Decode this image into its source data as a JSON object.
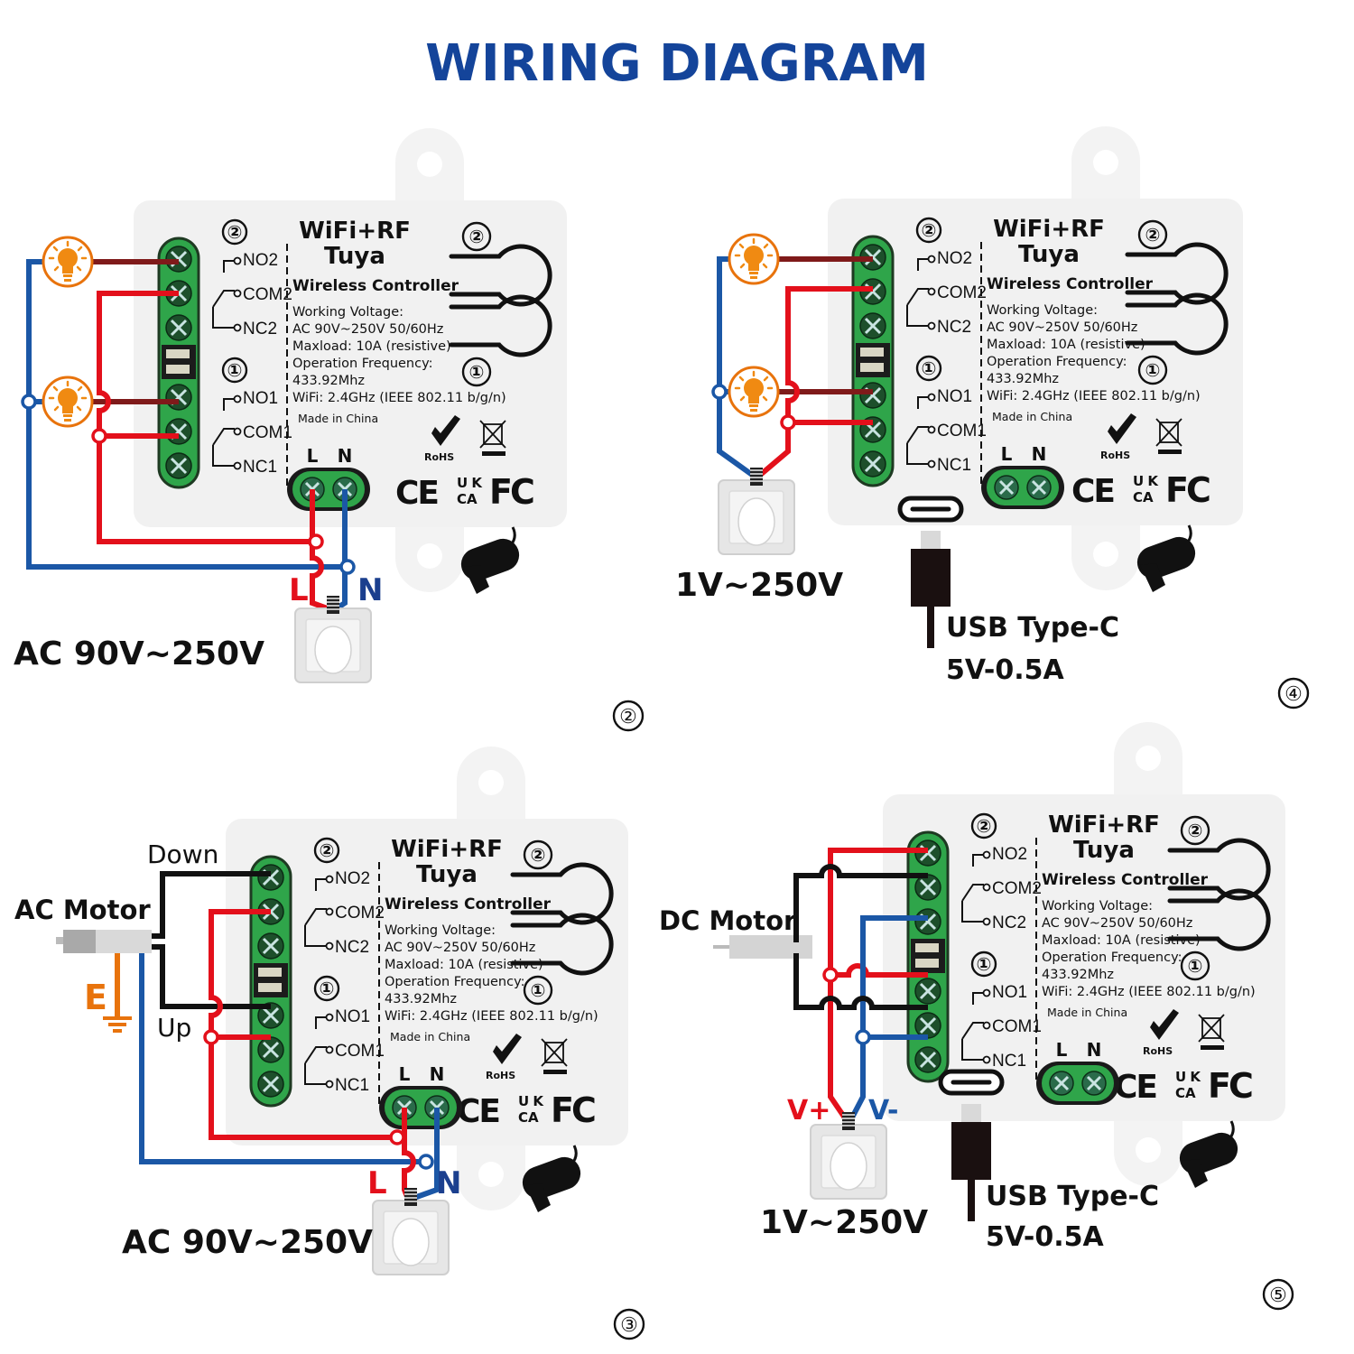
{
  "title": "WIRING DIAGRAM",
  "colors": {
    "title": "#14449a",
    "live_wire": "#e3101b",
    "load_wire": "#7f1a1a",
    "neutral_wire": "#1b57a6",
    "motor_wire": "#111111",
    "earth": "#e8730c",
    "terminal_green": "#2fa54a",
    "bulb": "#f08a12"
  },
  "device": {
    "brand_line1": "WiFi+RF",
    "brand_line2": "Tuya",
    "subtitle": "Wireless Controller",
    "spec_lines": [
      "Working Voltage:",
      "AC 90V~250V  50/60Hz",
      "Maxload: 10A (resistive)",
      "Operation Frequency:",
      "433.92Mhz",
      "WiFi: 2.4GHz (IEEE 802.11 b/g/n)"
    ],
    "made_in": "Made in China",
    "terminals": [
      "NO2",
      "COM2",
      "NC2",
      "NO1",
      "COM1",
      "NC1"
    ],
    "channel_marks": [
      "②",
      "①"
    ],
    "power_terminals": [
      "L",
      "N"
    ],
    "certifications": [
      "RoHS",
      "CE",
      "UKCA",
      "FC"
    ],
    "icons": [
      "relay-switch-icon",
      "button-loop-icon",
      "weee-bin-icon",
      "rohs-check-icon",
      "antenna-coil-icon"
    ]
  },
  "panels": [
    {
      "number": "②",
      "description": "Two lamps, AC mains powered",
      "supply_label": "AC 90V~250V",
      "line_label": "L",
      "neutral_label": "N",
      "loads": [
        "lamp",
        "lamp"
      ]
    },
    {
      "number": "④",
      "description": "Two lamps, dry contact supply, USB powered",
      "supply_label": "1V~250V",
      "usb_label_1": "USB Type-C",
      "usb_label_2": "5V-0.5A",
      "loads": [
        "lamp",
        "lamp"
      ]
    },
    {
      "number": "③",
      "description": "AC motor (up/down), AC mains powered",
      "motor_label": "AC Motor",
      "down_label": "Down",
      "up_label": "Up",
      "earth_label": "E",
      "supply_label": "AC 90V~250V",
      "line_label": "L",
      "neutral_label": "N"
    },
    {
      "number": "⑤",
      "description": "DC motor polarity reversal, USB powered",
      "motor_label": "DC Motor",
      "vplus_label": "V+",
      "vminus_label": "V-",
      "supply_label": "1V~250V",
      "usb_label_1": "USB Type-C",
      "usb_label_2": "5V-0.5A"
    }
  ]
}
